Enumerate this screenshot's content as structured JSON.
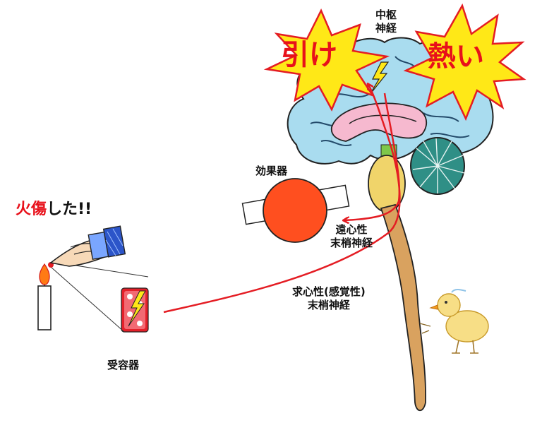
{
  "title": {
    "highlight": "火傷",
    "rest": "した!!"
  },
  "bursts": {
    "pull": "引け",
    "hot": "熱い"
  },
  "labels": {
    "central_line1": "中枢",
    "central_line2": "神経",
    "effector": "効果器",
    "efferent_line1": "遠心性",
    "efferent_line2": "末梢神経",
    "afferent_line1": "求心性(感覚性)",
    "afferent_line2": "末梢神経",
    "receptor": "受容器"
  },
  "colors": {
    "title_red": "#e8101a",
    "burst_yellow": "#ffe817",
    "brain_blue": "#a9dcef",
    "nerve_red": "#e41c23",
    "effector_orange": "#ff4f1f",
    "cerebellum_teal": "#2f8f86",
    "brainstem_tan": "#d9a25f"
  },
  "icons": [
    "lightning-icon",
    "flame-icon",
    "pointing-hand-icon",
    "chick-icon"
  ]
}
